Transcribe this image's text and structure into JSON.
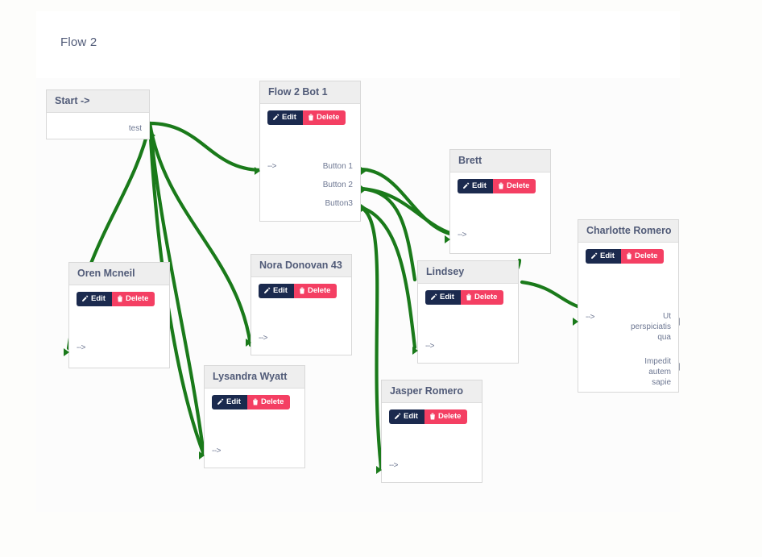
{
  "page": {
    "title": "Flow 2",
    "accent_green": "#1a7a1a",
    "edit_color": "#1b2a4e",
    "delete_color": "#f43f63",
    "node_header_bg": "#eeeeee",
    "node_title_color": "#515b78"
  },
  "buttons": {
    "edit_label": "Edit",
    "delete_label": "Delete"
  },
  "nodes": [
    {
      "id": "start",
      "title": "Start ->",
      "has_buttons": false,
      "inputs": [],
      "outputs": [
        "test"
      ]
    },
    {
      "id": "flow2bot1",
      "title": "Flow 2 Bot 1",
      "has_buttons": true,
      "inputs": [
        "-->"
      ],
      "outputs": [
        "Button 1",
        "Button 2",
        "Button3"
      ]
    },
    {
      "id": "oren",
      "title": "Oren Mcneil",
      "has_buttons": true,
      "inputs": [
        "-->"
      ],
      "outputs": []
    },
    {
      "id": "nora",
      "title": "Nora Donovan 43",
      "has_buttons": true,
      "inputs": [
        "-->"
      ],
      "outputs": []
    },
    {
      "id": "lysandra",
      "title": "Lysandra Wyatt",
      "has_buttons": true,
      "inputs": [
        "-->"
      ],
      "outputs": []
    },
    {
      "id": "jasper",
      "title": "Jasper Romero",
      "has_buttons": true,
      "inputs": [
        "-->"
      ],
      "outputs": []
    },
    {
      "id": "lindsey",
      "title": "Lindsey",
      "has_buttons": true,
      "inputs": [
        "-->"
      ],
      "outputs": []
    },
    {
      "id": "brett",
      "title": "Brett",
      "has_buttons": true,
      "inputs": [
        "-->"
      ],
      "outputs": []
    },
    {
      "id": "charlotte",
      "title": "Charlotte Romero",
      "has_buttons": true,
      "inputs": [
        "-->"
      ],
      "outputs": [
        "Ut perspiciatis qua",
        "Impedit autem sapie"
      ]
    }
  ],
  "start_node": {
    "title": "Start ->",
    "output_label": "test"
  },
  "flow2bot1": {
    "title": "Flow 2 Bot 1",
    "input_label": "-->",
    "out1": "Button 1",
    "out2": "Button 2",
    "out3": "Button3"
  },
  "oren": {
    "title": "Oren Mcneil",
    "input_label": "-->"
  },
  "nora": {
    "title": "Nora Donovan 43",
    "input_label": "-->"
  },
  "lysandra": {
    "title": "Lysandra Wyatt",
    "input_label": "-->"
  },
  "jasper": {
    "title": "Jasper Romero",
    "input_label": "-->"
  },
  "lindsey": {
    "title": "Lindsey",
    "input_label": "-->"
  },
  "brett": {
    "title": "Brett",
    "input_label": "-->"
  },
  "charlotte": {
    "title": "Charlotte Romero",
    "input_label": "-->",
    "out1_line1": "Ut",
    "out1_line2": "perspiciatis",
    "out1_line3": "qua",
    "out2_line1": "Impedit",
    "out2_line2": "autem",
    "out2_line3": "sapie"
  }
}
